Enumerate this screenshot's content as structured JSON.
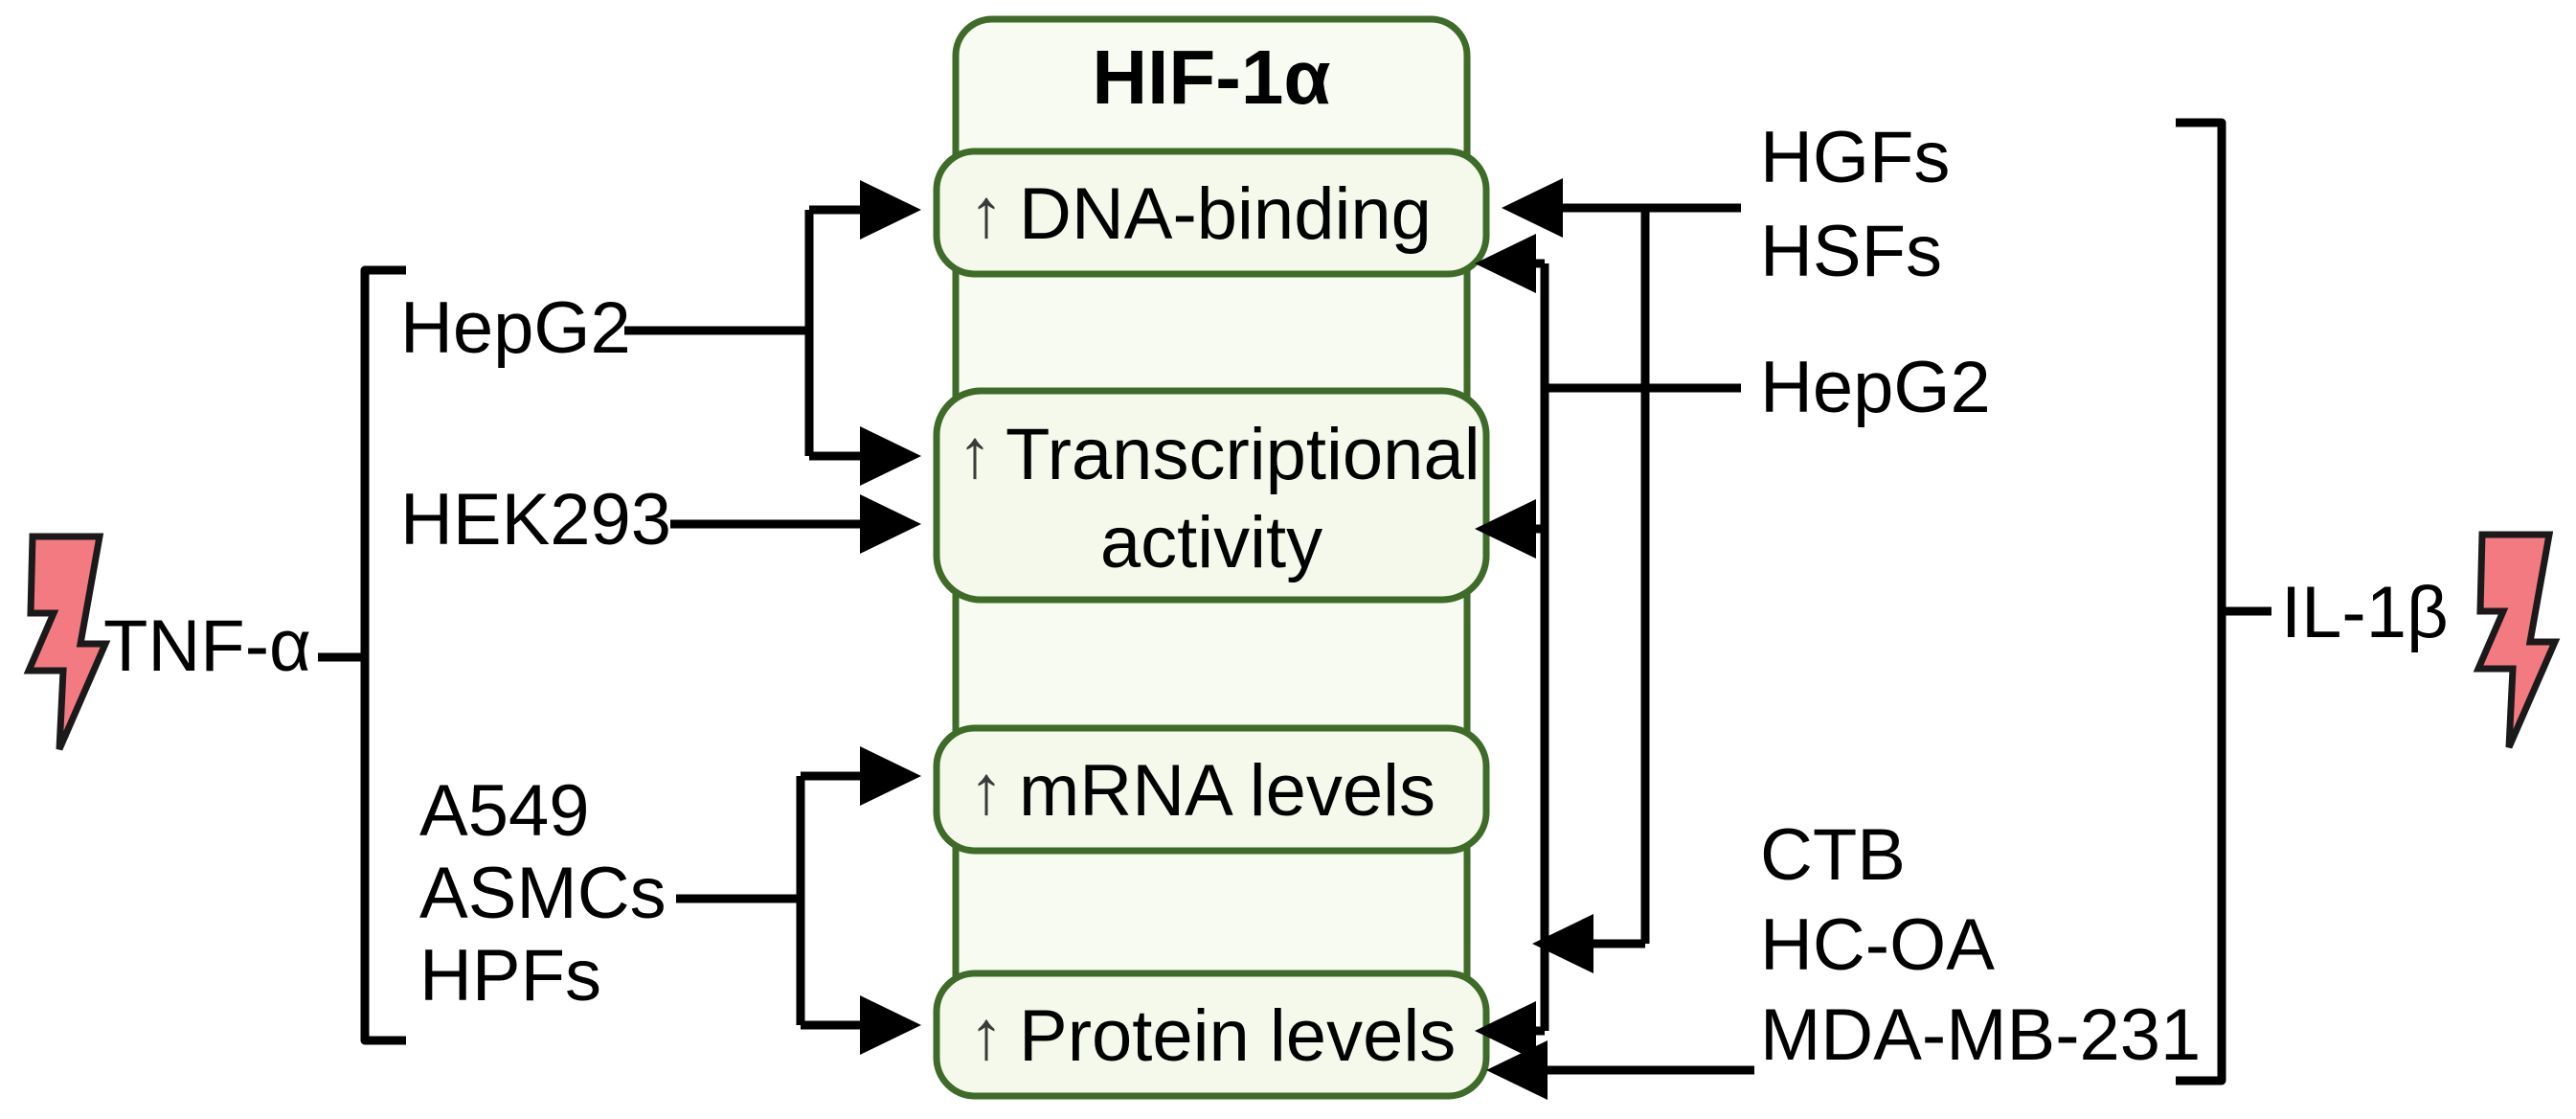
{
  "figure": {
    "title": "HIF-1α",
    "background_color": "#ffffff",
    "box_fill_color": "#F7FBF2",
    "box_border_color": "#3F6B28",
    "bolt_color": "#F47A82",
    "connector_color": "#000000"
  },
  "center": {
    "container_label": "HIF-1α",
    "effects": [
      {
        "arrow": "↑",
        "label": "DNA-binding"
      },
      {
        "arrow": "↑",
        "label_line1": "Transcriptional",
        "label_line2": "activity"
      },
      {
        "arrow": "↑",
        "label": "mRNA levels"
      },
      {
        "arrow": "↑",
        "label": "Protein levels"
      }
    ]
  },
  "left": {
    "stimulus": "TNF-α",
    "bolt_icon": "lightning-bolt-icon",
    "cell_groups": [
      {
        "lines": [
          "HepG2"
        ]
      },
      {
        "lines": [
          "HEK293"
        ]
      },
      {
        "lines": [
          "A549",
          "ASMCs",
          "HPFs"
        ]
      }
    ]
  },
  "right": {
    "stimulus": "IL-1β",
    "bolt_icon": "lightning-bolt-icon",
    "cell_groups": [
      {
        "lines": [
          "HGFs",
          "HSFs"
        ]
      },
      {
        "lines": [
          "HepG2"
        ]
      },
      {
        "lines": [
          "CTB",
          "HC-OA",
          "MDA-MB-231"
        ]
      }
    ]
  }
}
